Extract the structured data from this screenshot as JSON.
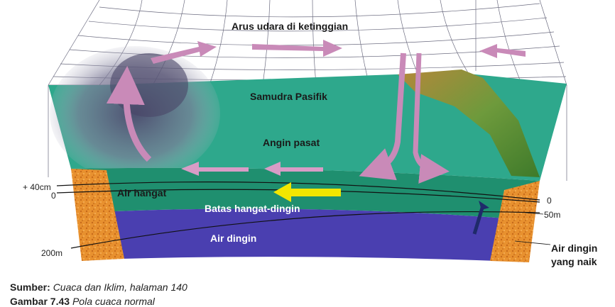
{
  "diagram": {
    "labels": {
      "upper_air": "Arus udara di ketinggian",
      "ocean": "Samudra Pasifik",
      "trade_winds": "Angin pasat",
      "warm_water": "Air hangat",
      "thermocline": "Batas hangat-dingin",
      "cold_water": "Air dingin",
      "upwelling_line1": "Air dingin",
      "upwelling_line2": "yang naik"
    },
    "depth_ticks": {
      "plus_40cm": "+ 40cm",
      "zero_left": "0",
      "zero_right": "0",
      "fifty_m": "50m",
      "two_hundred_m": "200m"
    }
  },
  "caption": {
    "source_label": "Sumber:",
    "source_text": "Cuaca dan Iklim, halaman 140",
    "figure_label": "Gambar 7.43",
    "figure_text": "Pola cuaca normal"
  },
  "colors": {
    "ocean": "#2ea88c",
    "warm_layer": "#1f8f6f",
    "cold_layer": "#4a3fb0",
    "crust": "#e8912f",
    "arrow_pink": "#c98ab8",
    "arrow_yellow": "#f2e600",
    "arrow_dark": "#1f2a6a",
    "cloud": "#5a5a78"
  }
}
